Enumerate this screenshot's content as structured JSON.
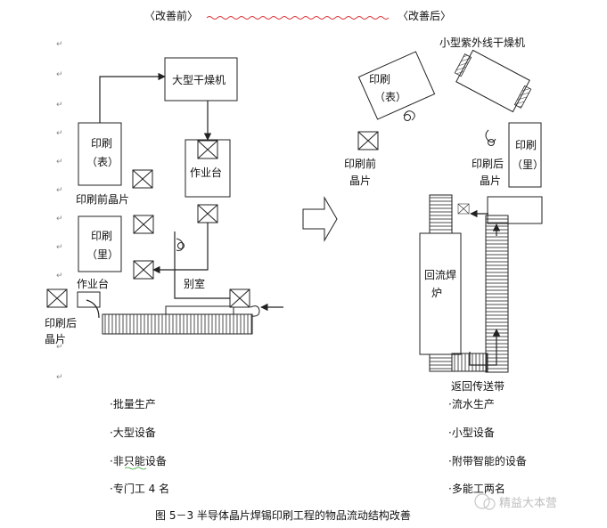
{
  "headers": {
    "before": "〈改善前〉",
    "after": "〈改善后〉"
  },
  "before": {
    "big_dryer": "大型干燥机",
    "print_front_1": "印刷",
    "print_front_2": "（表）",
    "print_back_1": "印刷",
    "print_back_2": "（里）",
    "workbench_top": "作业台",
    "pre_print_wafer": "印刷前晶片",
    "separate_room": "别室",
    "workbench_bottom": "作业台",
    "post_print_wafer_1": "印刷后",
    "post_print_wafer_2": "晶片"
  },
  "after": {
    "uv_dryer": "小型紫外线干燥机",
    "print_front_1": "印刷",
    "print_front_2": "（表）",
    "pre_print_1": "印刷前",
    "pre_print_2": "晶片",
    "post_print_1": "印刷后",
    "post_print_2": "晶片",
    "print_back_1": "印刷",
    "print_back_2": "（里）",
    "reflow_1": "回流焊",
    "reflow_2": "炉",
    "return_belt": "返回传送带"
  },
  "bullets_left": [
    "·批量生产",
    "·大型设备",
    "·非只能设备",
    "·专门工 4 名"
  ],
  "bullets_right": [
    "·流水生产",
    "·小型设备",
    "·附带智能的设备",
    "·多能工两名"
  ],
  "caption": "图 5－3   半导体晶片焊锡印刷工程的物品流动结构改善",
  "watermark": "精益大本营",
  "paragraph_mark": "↵"
}
